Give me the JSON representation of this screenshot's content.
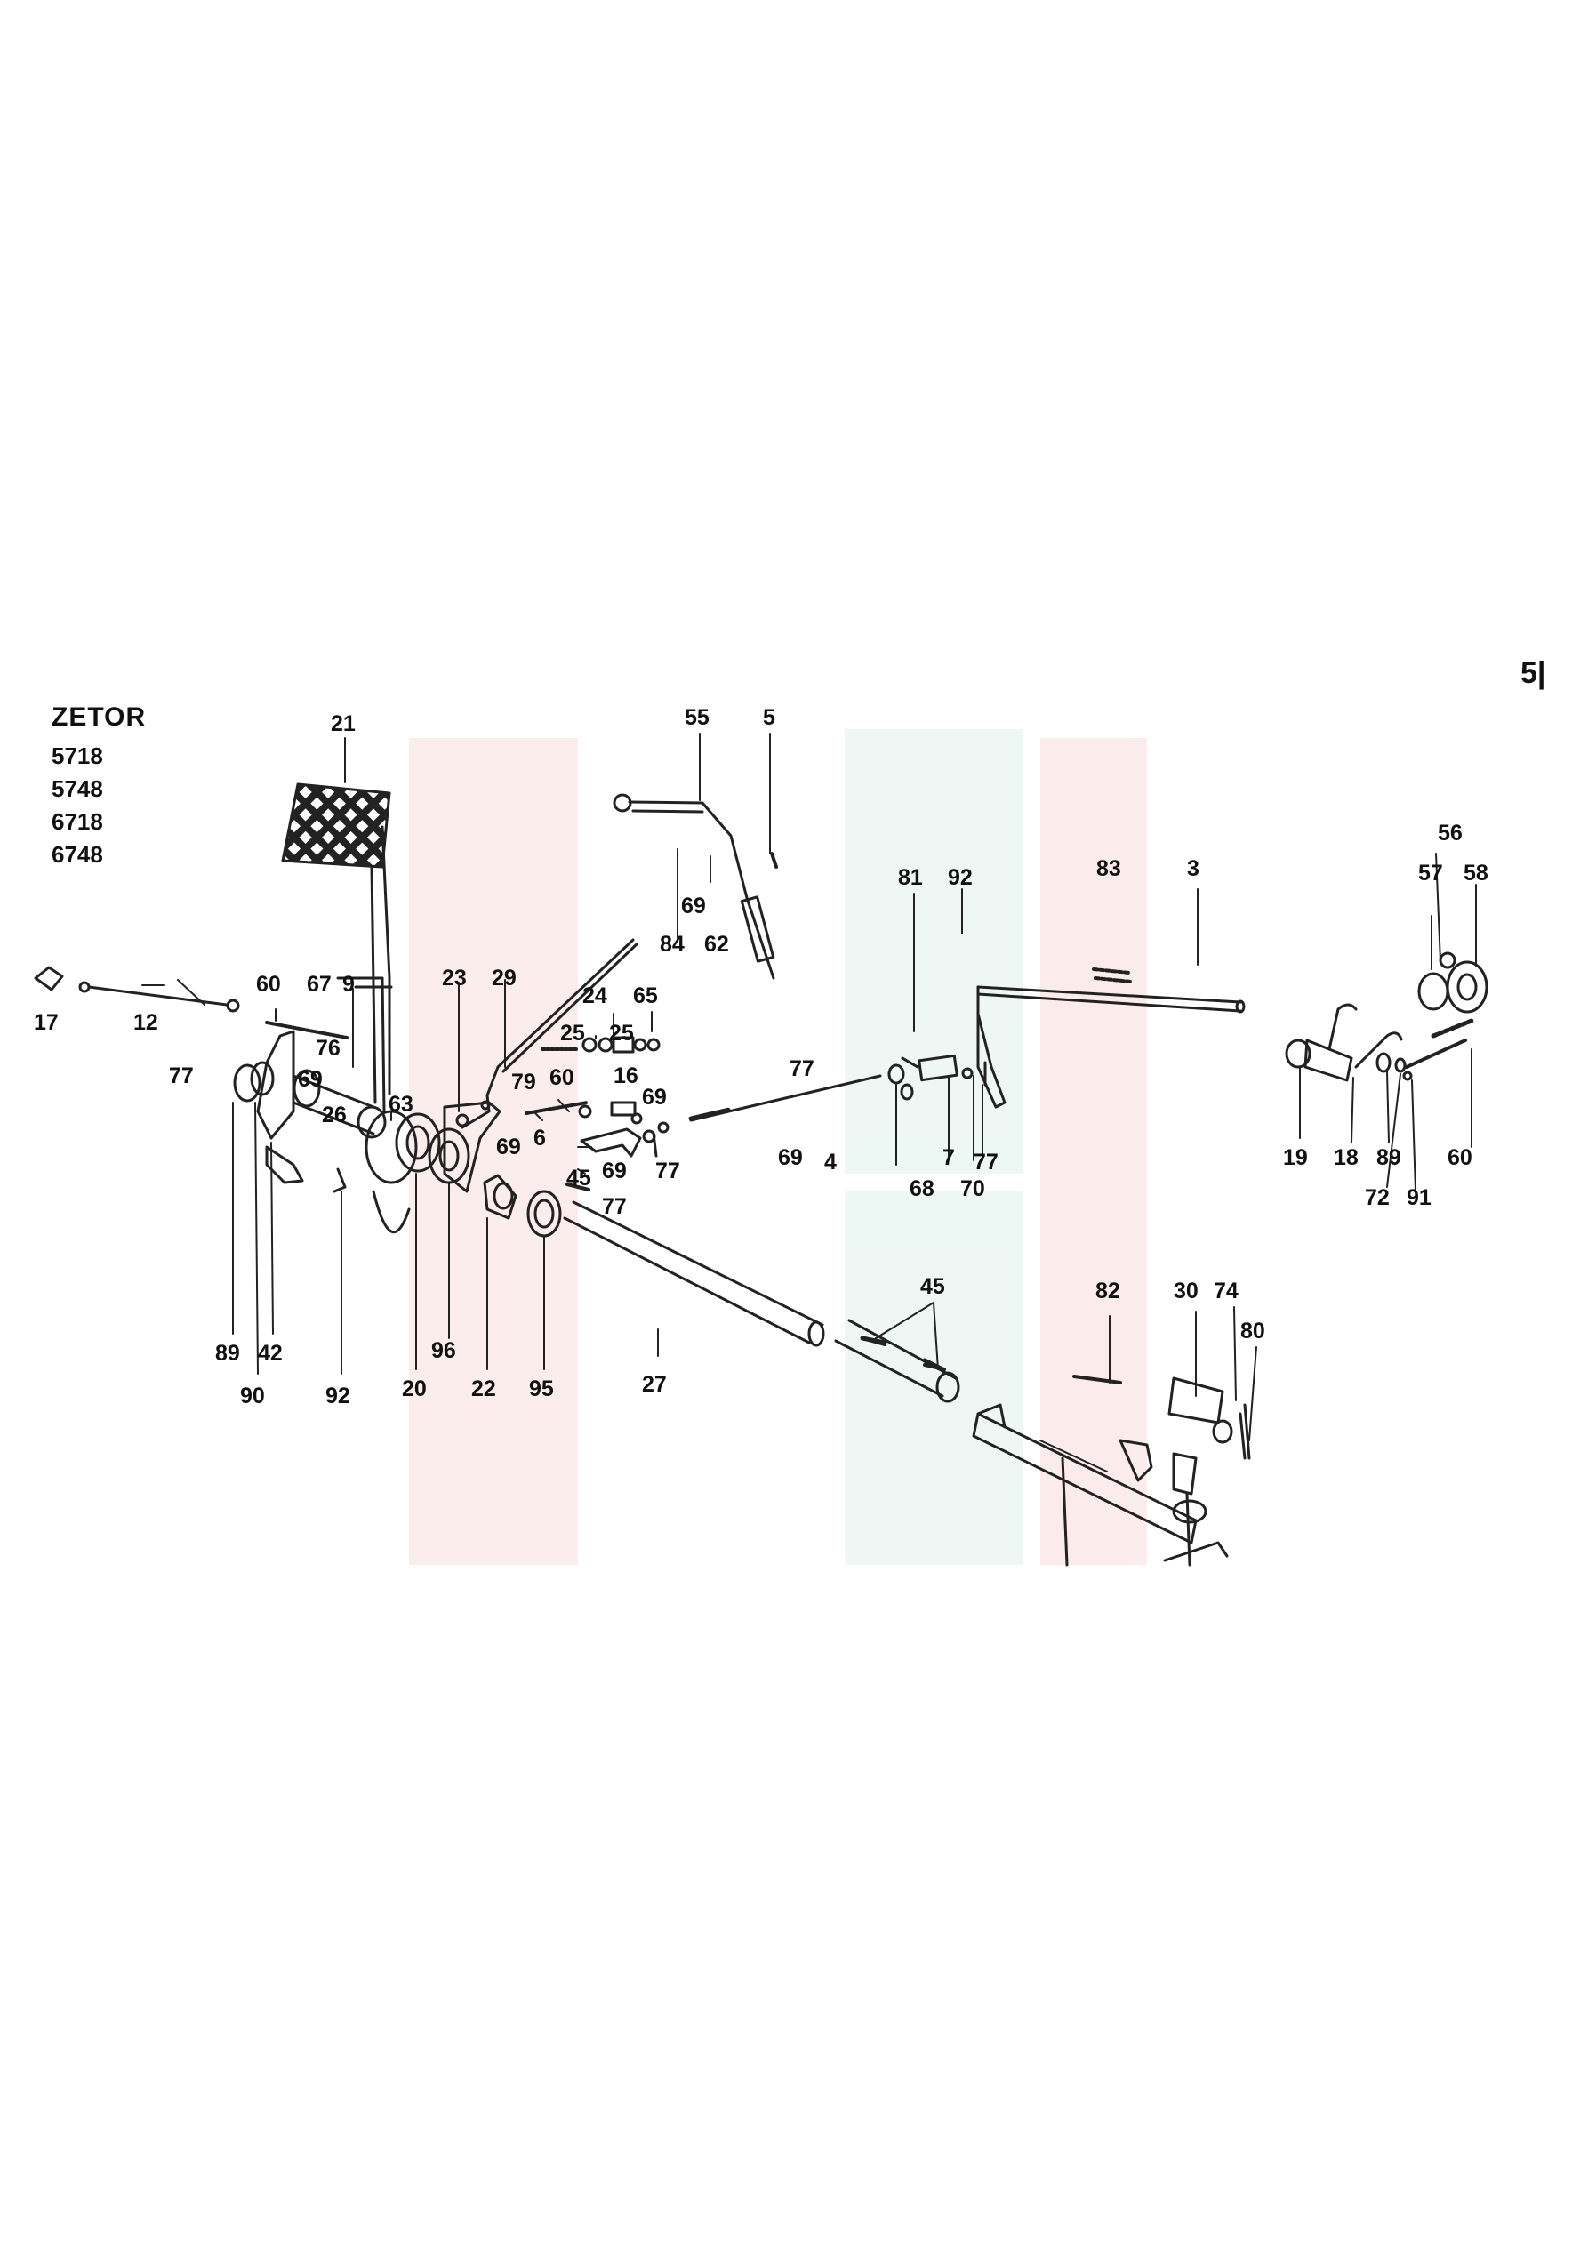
{
  "header": {
    "brand": "ZETOR",
    "models": [
      "5718",
      "5748",
      "6718",
      "6748"
    ]
  },
  "corner_mark": "5|",
  "callouts": [
    {
      "id": "c21",
      "label": "21"
    },
    {
      "id": "c55",
      "label": "55"
    },
    {
      "id": "c5",
      "label": "5"
    },
    {
      "id": "c81",
      "label": "81"
    },
    {
      "id": "c92a",
      "label": "92"
    },
    {
      "id": "c83",
      "label": "83"
    },
    {
      "id": "c3",
      "label": "3"
    },
    {
      "id": "c56",
      "label": "56"
    },
    {
      "id": "c57",
      "label": "57"
    },
    {
      "id": "c58",
      "label": "58"
    },
    {
      "id": "c69a",
      "label": "69"
    },
    {
      "id": "c84",
      "label": "84"
    },
    {
      "id": "c62",
      "label": "62"
    },
    {
      "id": "c69b",
      "label": "69"
    },
    {
      "id": "c77a",
      "label": "77"
    },
    {
      "id": "c23",
      "label": "23"
    },
    {
      "id": "c29",
      "label": "29"
    },
    {
      "id": "c24",
      "label": "24"
    },
    {
      "id": "c65",
      "label": "65"
    },
    {
      "id": "c25a",
      "label": "25"
    },
    {
      "id": "c25b",
      "label": "25"
    },
    {
      "id": "c60a",
      "label": "60"
    },
    {
      "id": "c67",
      "label": "67"
    },
    {
      "id": "c9",
      "label": "9"
    },
    {
      "id": "c76",
      "label": "76"
    },
    {
      "id": "c17",
      "label": "17"
    },
    {
      "id": "c12",
      "label": "12"
    },
    {
      "id": "c77b",
      "label": "77"
    },
    {
      "id": "c69c",
      "label": "69"
    },
    {
      "id": "c26",
      "label": "26"
    },
    {
      "id": "c63",
      "label": "63"
    },
    {
      "id": "c79",
      "label": "79"
    },
    {
      "id": "c60b",
      "label": "60"
    },
    {
      "id": "c16",
      "label": "16"
    },
    {
      "id": "c69d",
      "label": "69"
    },
    {
      "id": "c69e",
      "label": "69"
    },
    {
      "id": "c6",
      "label": "6"
    },
    {
      "id": "c69f",
      "label": "69"
    },
    {
      "id": "c45a",
      "label": "45"
    },
    {
      "id": "c77c",
      "label": "77"
    },
    {
      "id": "c77d",
      "label": "77"
    },
    {
      "id": "c4",
      "label": "4"
    },
    {
      "id": "c7",
      "label": "7"
    },
    {
      "id": "c77e",
      "label": "77"
    },
    {
      "id": "c68",
      "label": "68"
    },
    {
      "id": "c70",
      "label": "70"
    },
    {
      "id": "c19",
      "label": "19"
    },
    {
      "id": "c18",
      "label": "18"
    },
    {
      "id": "c89a",
      "label": "89"
    },
    {
      "id": "c60c",
      "label": "60"
    },
    {
      "id": "c72",
      "label": "72"
    },
    {
      "id": "c91",
      "label": "91"
    },
    {
      "id": "c89b",
      "label": "89"
    },
    {
      "id": "c42",
      "label": "42"
    },
    {
      "id": "c90",
      "label": "90"
    },
    {
      "id": "c92b",
      "label": "92"
    },
    {
      "id": "c20",
      "label": "20"
    },
    {
      "id": "c96",
      "label": "96"
    },
    {
      "id": "c22",
      "label": "22"
    },
    {
      "id": "c95",
      "label": "95"
    },
    {
      "id": "c27",
      "label": "27"
    },
    {
      "id": "c45b",
      "label": "45"
    },
    {
      "id": "c82",
      "label": "82"
    },
    {
      "id": "c30",
      "label": "30"
    },
    {
      "id": "c74",
      "label": "74"
    },
    {
      "id": "c80",
      "label": "80"
    }
  ]
}
